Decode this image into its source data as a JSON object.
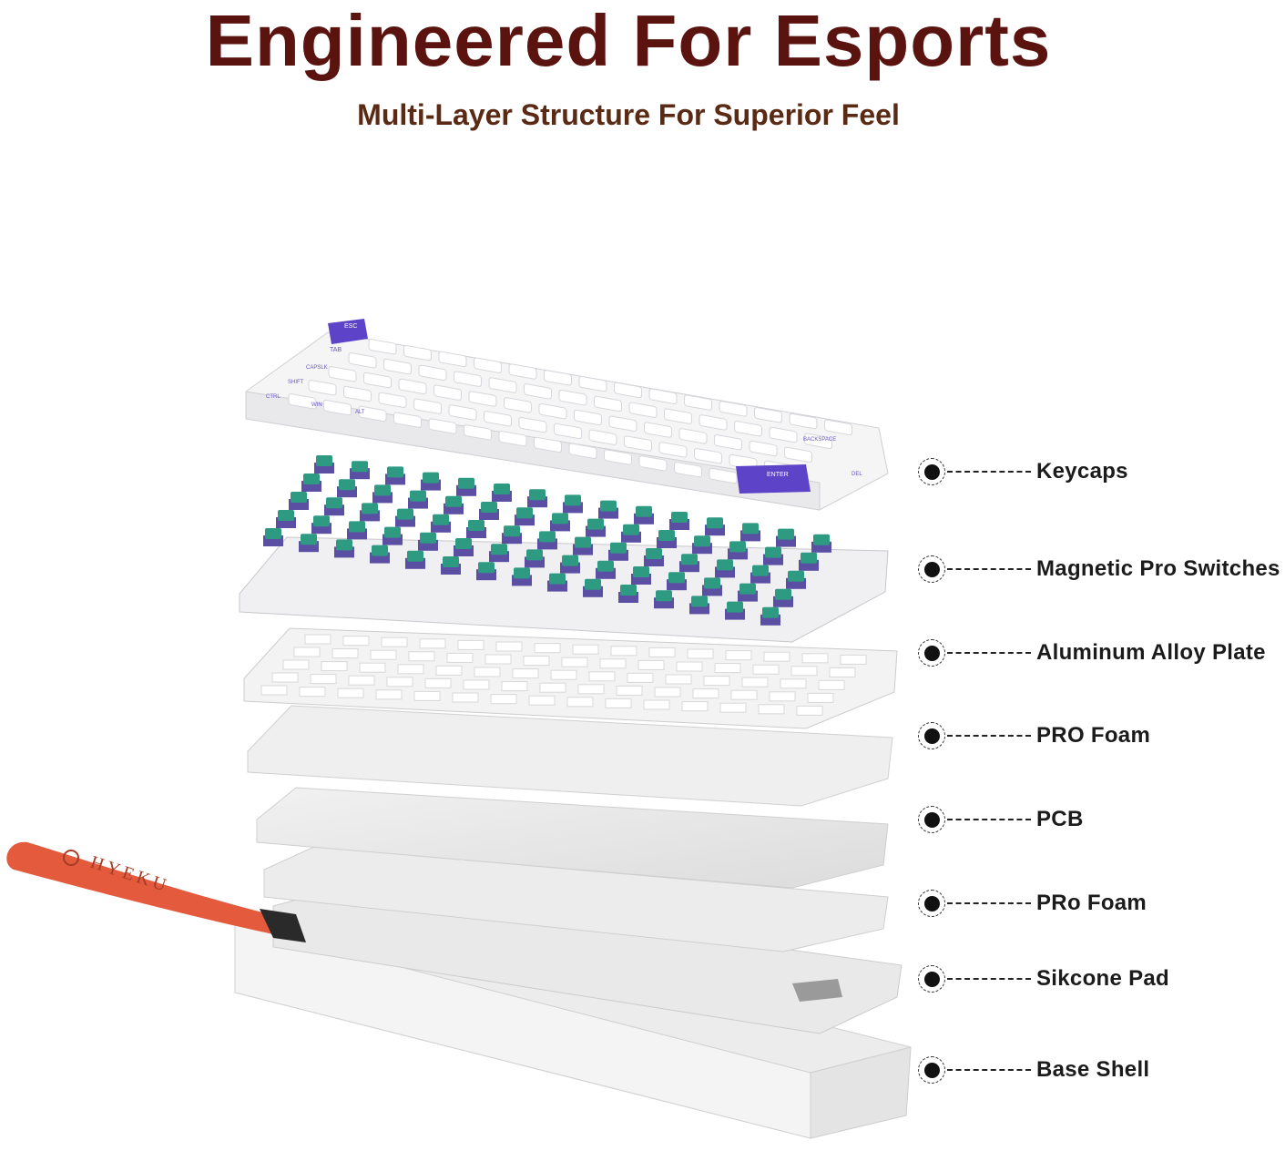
{
  "header": {
    "title": "Engineered For Esports",
    "subtitle": "Multi-Layer Structure For Superior Feel"
  },
  "colors": {
    "title": "#5a130f",
    "subtitle": "#5a2a14",
    "accent_purple": "#5d43c7",
    "switch_teal": "#2f9a82",
    "switch_base": "#5a4fa3",
    "strap": "#e35a3c"
  },
  "keycaps": {
    "esc": "ESC",
    "tab": "TAB",
    "capslk": "CAPSLK",
    "shift": "SHIFT",
    "ctrl": "CTRL",
    "win": "WIN",
    "alt": "ALT",
    "backspace": "BACKSPACE",
    "enter": "ENTER",
    "del": "DEL"
  },
  "strap": {
    "brand": "HYEKU"
  },
  "layers": [
    {
      "label": "Keycaps"
    },
    {
      "label": "Magnetic Pro Switches"
    },
    {
      "label": "Aluminum Alloy Plate"
    },
    {
      "label": "PRO Foam"
    },
    {
      "label": "PCB"
    },
    {
      "label": "PRo Foam"
    },
    {
      "label": "Sikcone Pad"
    },
    {
      "label": "Base Shell"
    }
  ]
}
